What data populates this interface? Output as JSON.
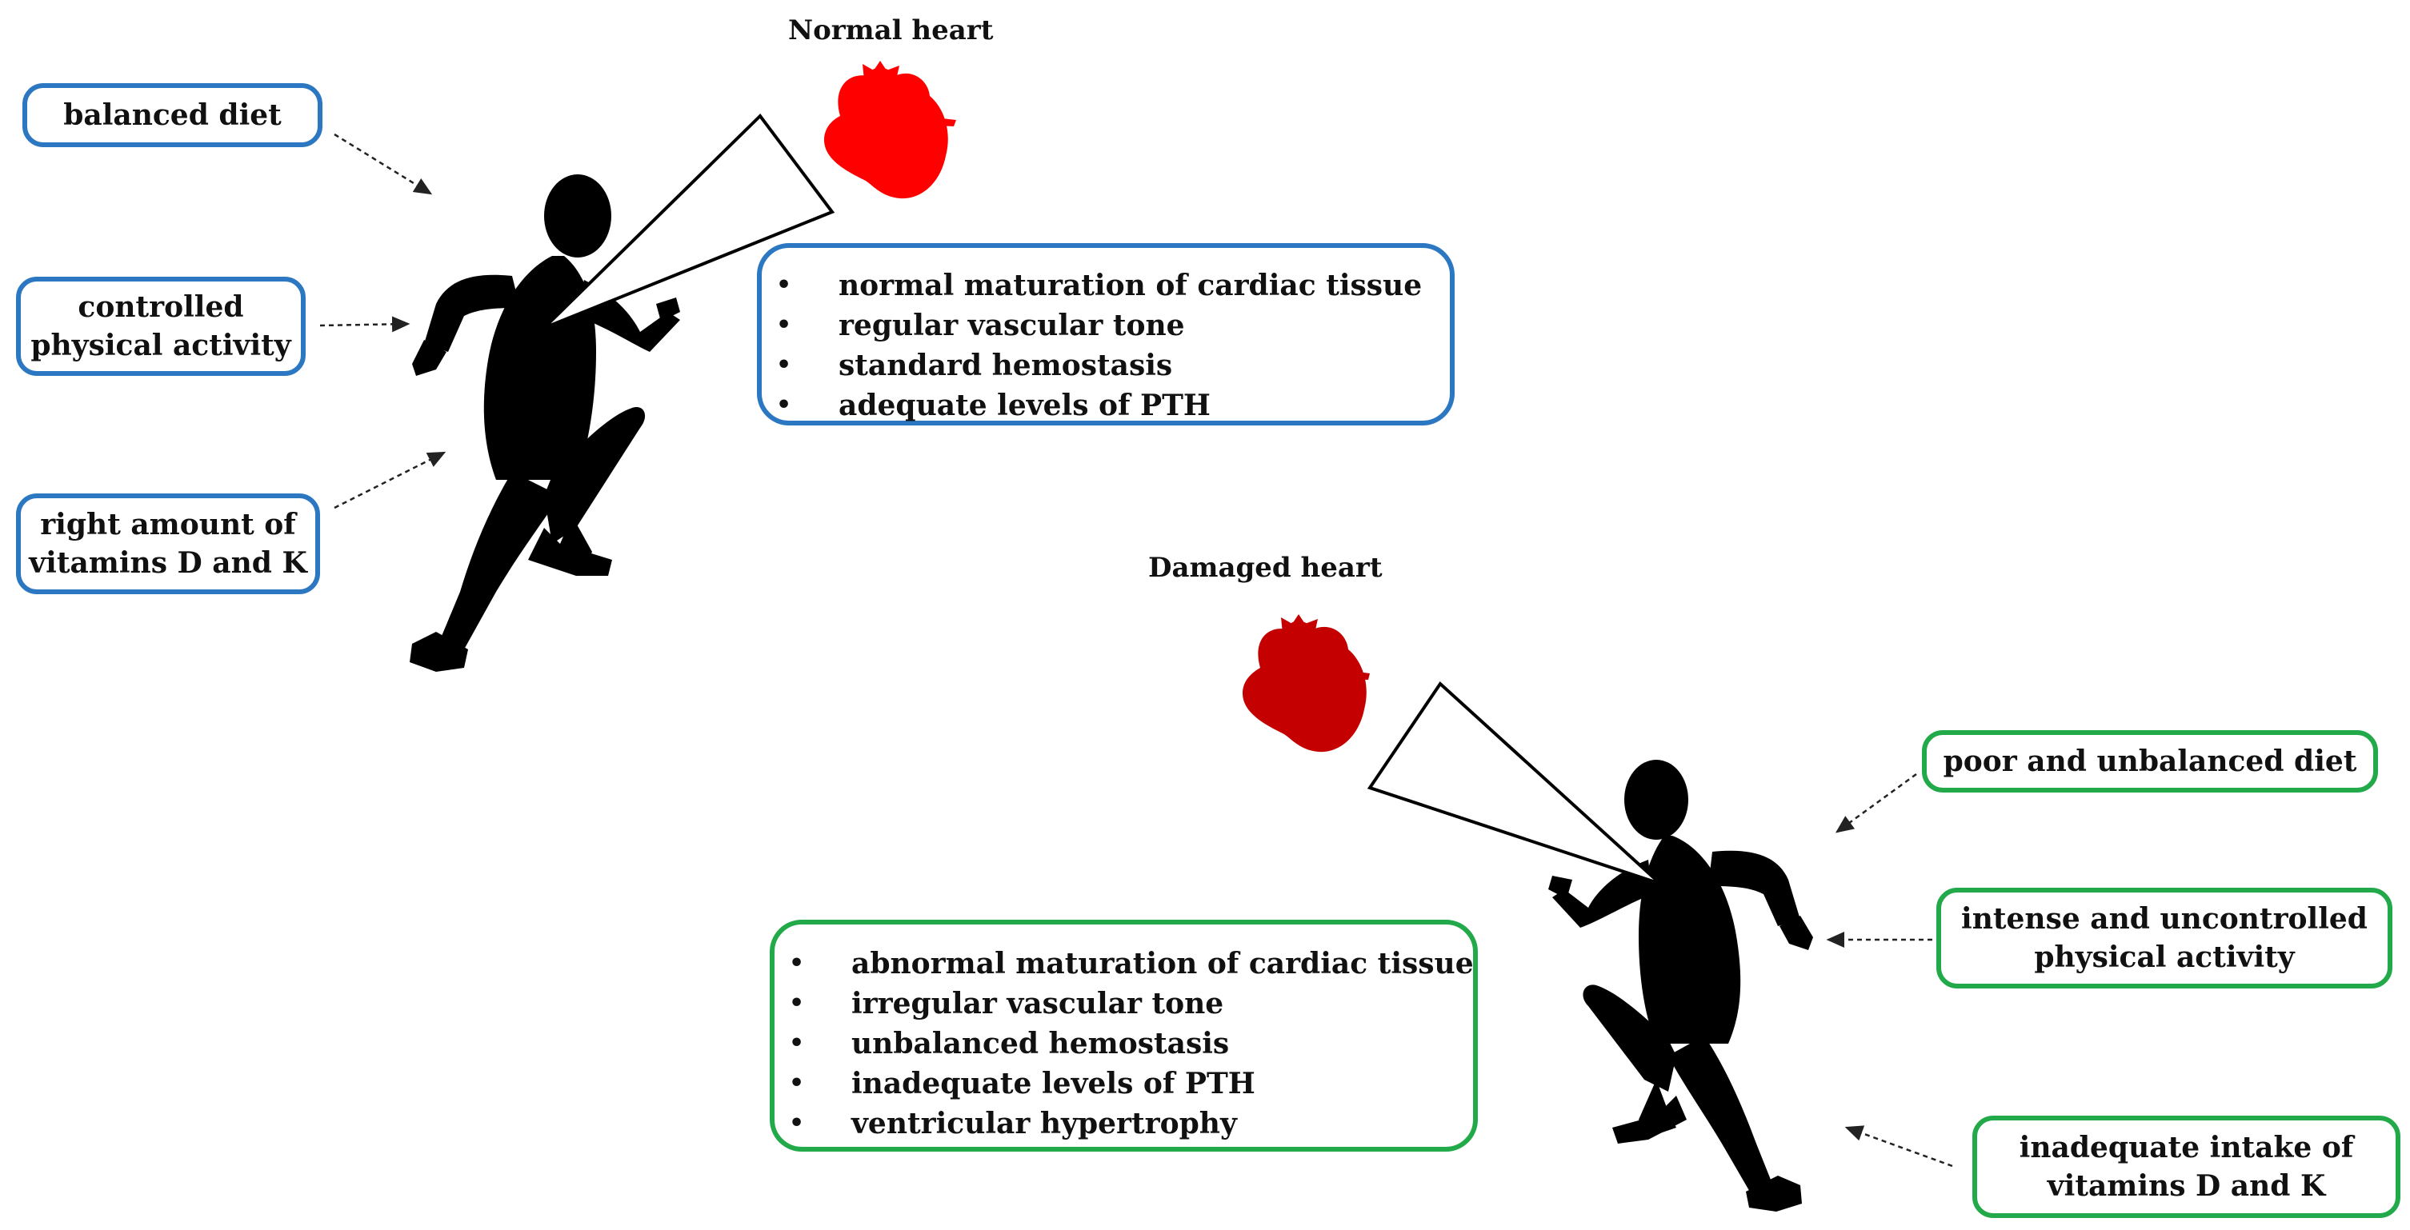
{
  "normal": {
    "title": "Normal heart",
    "heart_color": "#ff0000",
    "factors": {
      "diet": "balanced diet",
      "activity": [
        "controlled",
        "physical activity"
      ],
      "vitamins": [
        "right amount of",
        "vitamins D and K"
      ]
    },
    "effects": [
      "normal maturation of cardiac tissue",
      "regular vascular tone",
      "standard hemostasis",
      "adequate levels of PTH"
    ],
    "border_color": "#2c77c2"
  },
  "damaged": {
    "title": "Damaged heart",
    "heart_color": "#c40000",
    "factors": {
      "diet": "poor and unbalanced diet",
      "activity": [
        "intense and uncontrolled",
        "physical activity"
      ],
      "vitamins": [
        "inadequate intake of",
        "vitamins D and K"
      ]
    },
    "effects": [
      "abnormal maturation of cardiac tissue",
      "irregular vascular tone",
      "unbalanced hemostasis",
      "inadequate levels of PTH",
      "ventricular hypertrophy"
    ],
    "border_color": "#22a94a"
  }
}
